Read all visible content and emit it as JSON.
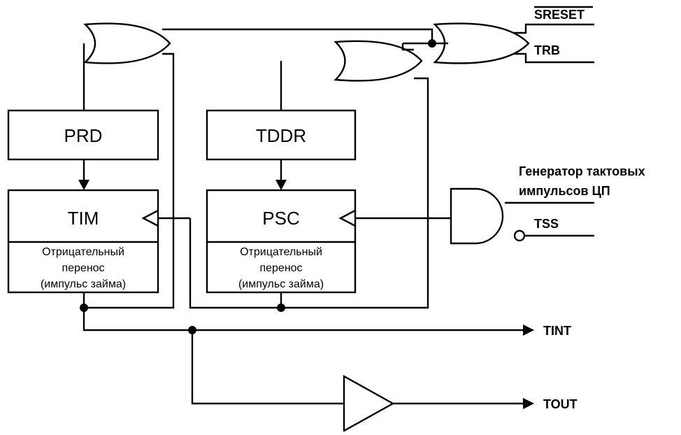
{
  "blocks": {
    "prd": "PRD",
    "tddr": "TDDR",
    "tim": "TIM",
    "psc": "PSC",
    "tim_caption": [
      "Отрицательный",
      "перенос",
      "(импульс займа)"
    ],
    "psc_caption": [
      "Отрицательный",
      "перенос",
      "(импульс займа)"
    ]
  },
  "signals": {
    "sreset": "SRESET",
    "trb": "TRB",
    "clock_source": [
      "Генератор тактовых",
      "импульсов ЦП"
    ],
    "tss": "TSS",
    "tint": "TINT",
    "tout": "TOUT"
  }
}
